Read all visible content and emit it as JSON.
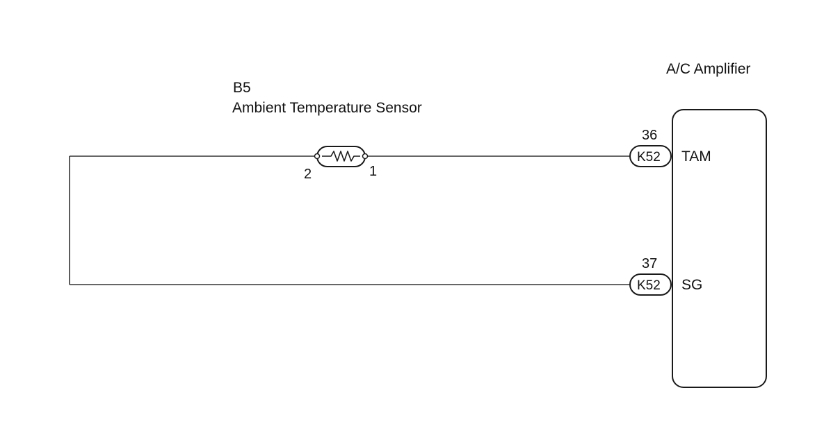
{
  "sensor": {
    "code": "B5",
    "name": "Ambient Temperature Sensor",
    "pin_left": "2",
    "pin_right": "1"
  },
  "amplifier": {
    "name": "A/C Amplifier",
    "terminals": [
      {
        "pin": "36",
        "connector": "K52",
        "signal": "TAM"
      },
      {
        "pin": "37",
        "connector": "K52",
        "signal": "SG"
      }
    ]
  }
}
